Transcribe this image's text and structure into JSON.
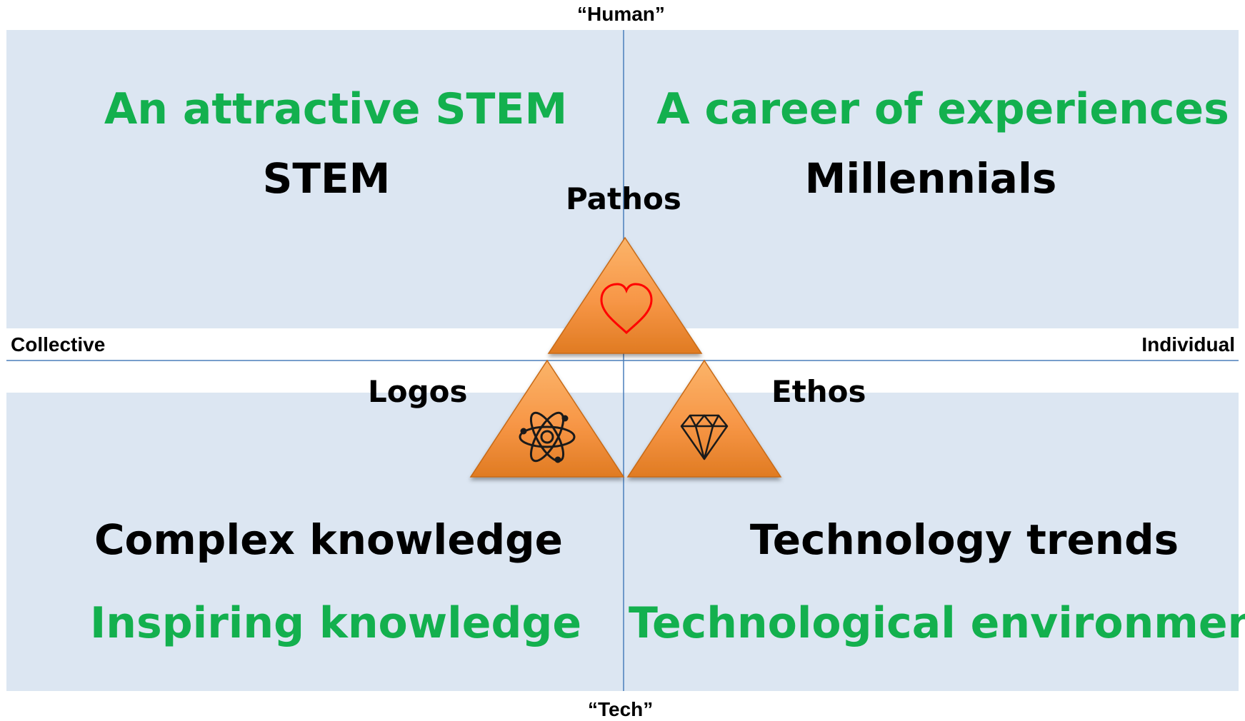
{
  "axes": {
    "top": "“Human”",
    "bottom": "“Tech”",
    "left": "Collective",
    "right": "Individual"
  },
  "quadrants": {
    "top_left": {
      "goal": "An attractive STEM",
      "subject": "STEM"
    },
    "top_right": {
      "goal": "A career of experiences",
      "subject": "Millennials"
    },
    "bottom_left": {
      "subject": "Complex knowledge",
      "goal": "Inspiring knowledge"
    },
    "bottom_right": {
      "subject": "Technology trends",
      "goal": "Technological environment"
    }
  },
  "triangles": {
    "pathos": {
      "label": "Pathos",
      "icon": "heart-icon"
    },
    "logos": {
      "label": "Logos",
      "icon": "atom-icon"
    },
    "ethos": {
      "label": "Ethos",
      "icon": "diamond-icon"
    }
  },
  "colors": {
    "panel": "#dce6f2",
    "axis_line": "#4a7ebb",
    "goal_text": "#13b04e",
    "triangle_fill": "#f79646",
    "heart": "#ff0000"
  }
}
